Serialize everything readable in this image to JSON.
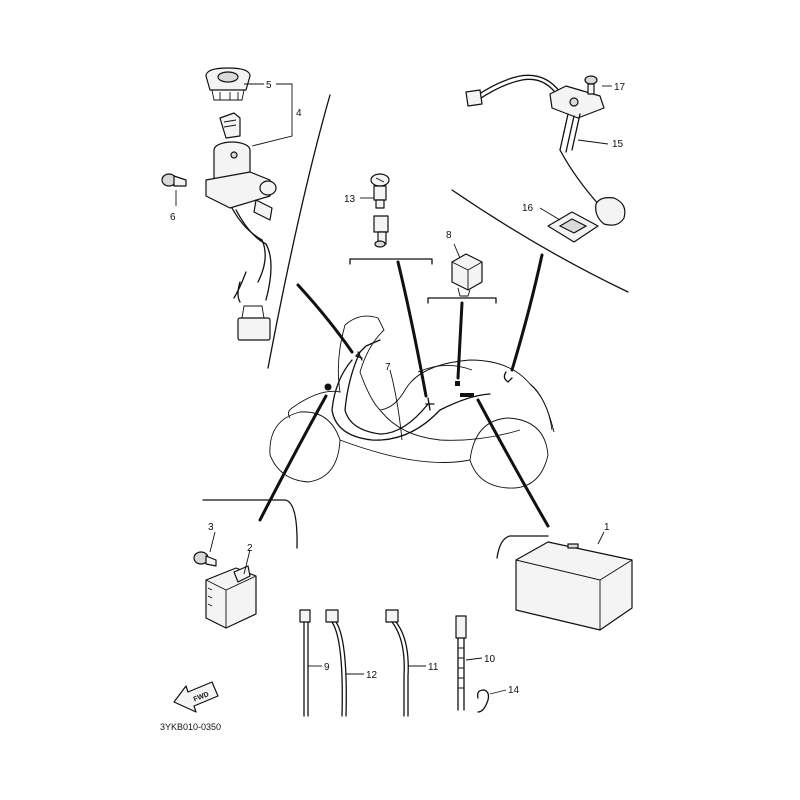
{
  "drawing_code": "3YKB010-0350",
  "fwd_label": "FWD",
  "callouts": {
    "c1": "1",
    "c2": "2",
    "c3": "3",
    "c4": "4",
    "c5": "5",
    "c6": "6",
    "c7": "7",
    "c8": "8",
    "c9": "9",
    "c10": "10",
    "c11": "11",
    "c12": "12",
    "c13": "13",
    "c14": "14",
    "c15": "15",
    "c16": "16",
    "c17": "17"
  }
}
